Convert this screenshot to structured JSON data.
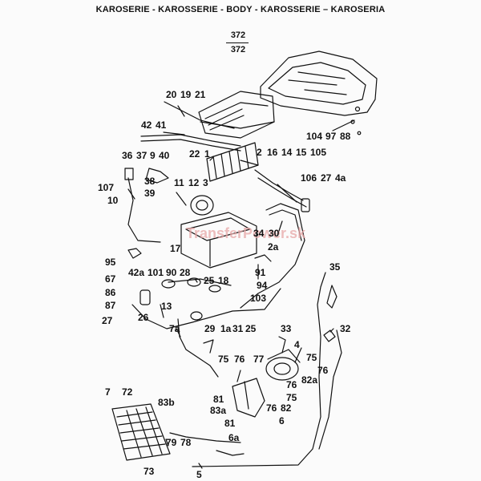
{
  "header": {
    "title": "KAROSERIE - KAROSSERIE - BODY - KAROSSERIE – KAROSERIA",
    "code_top": "372",
    "code_bottom": "372"
  },
  "watermark": "TransferPower.sk",
  "labels": {
    "l104": "104",
    "l97": "97",
    "l88": "88",
    "l20": "20",
    "l19": "19",
    "l21": "21",
    "l42": "42",
    "l41": "41",
    "l22": "22",
    "l1": "1",
    "l2": "2",
    "l16": "16",
    "l14": "14",
    "l15": "15",
    "l105": "105",
    "l36": "36",
    "l37": "37",
    "l9": "9",
    "l40": "40",
    "l38": "38",
    "l39": "39",
    "l107": "107",
    "l10": "10",
    "l11": "11",
    "l12": "12",
    "l3": "3",
    "l106": "106",
    "l27a": "27",
    "l4a": "4a",
    "l34": "34",
    "l30": "30",
    "l2a": "2a",
    "l17": "17",
    "l95": "95",
    "l67": "67",
    "l86": "86",
    "l87": "87",
    "l42a": "42a",
    "l101": "101",
    "l90": "90",
    "l28": "28",
    "l25a": "25",
    "l18": "18",
    "l91": "91",
    "l94": "94",
    "l103": "103",
    "l27b": "27",
    "l26": "26",
    "l13": "13",
    "l35": "35",
    "l32": "32",
    "l33": "33",
    "l7a": "7a",
    "l29": "29",
    "l1a": "1a",
    "l31": "31",
    "l25b": "25",
    "l4": "4",
    "l75a": "75",
    "l76a": "76",
    "l77": "77",
    "l75b": "75",
    "l76b": "76",
    "l82a": "82a",
    "l76c": "76",
    "l75c": "75",
    "l81a": "81",
    "l83a": "83a",
    "l81b": "81",
    "l76d": "76",
    "l82": "82",
    "l6": "6",
    "l7": "7",
    "l72": "72",
    "l83b": "83b",
    "l79": "79",
    "l78": "78",
    "l6a": "6a",
    "l73": "73",
    "l5": "5"
  }
}
